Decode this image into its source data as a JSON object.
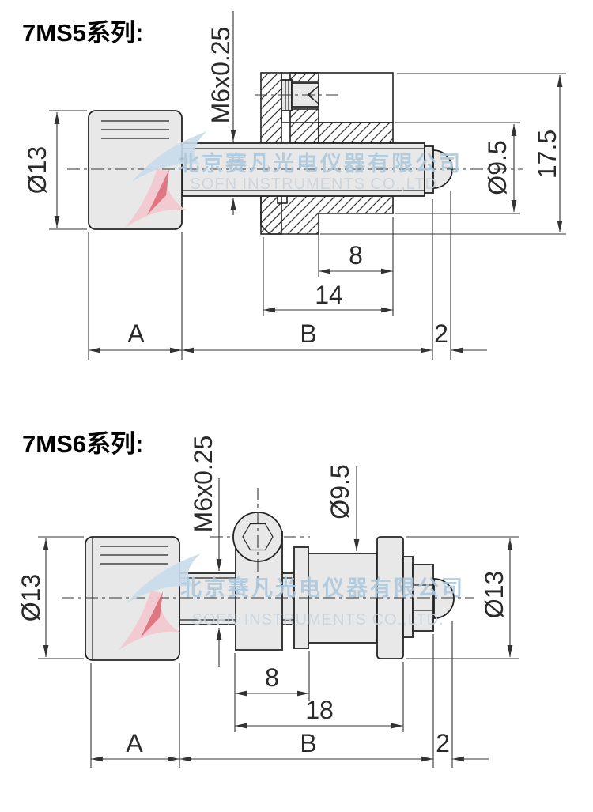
{
  "watermark": {
    "cn": "北京赛凡光电仪器有限公司",
    "en": "SOFN INSTRUMENTS CO.,LTD."
  },
  "colors": {
    "part_fill": "#e8e8e8",
    "outline": "#232323",
    "dim_line": "#333333",
    "watermark_cn": "#adc9dd",
    "watermark_en": "#c9d4dc",
    "logo_blue": "#c8dcec",
    "logo_pink": "#f3c8cf",
    "logo_red": "#db5a68"
  },
  "figure1": {
    "title": "7MS5系列:",
    "labels": {
      "thread": "M6x0.25",
      "knob_diameter": "Ø13",
      "shaft_diameter": "Ø9.5",
      "flange_height": "17.5",
      "len_8": "8",
      "len_14": "14",
      "len_A": "A",
      "len_B": "B",
      "len_2": "2"
    }
  },
  "figure2": {
    "title": "7MS6系列:",
    "labels": {
      "thread": "M6x0.25",
      "knob_diameter": "Ø13",
      "body_diameter": "Ø9.5",
      "flange_diameter": "Ø13",
      "len_8": "8",
      "len_18": "18",
      "len_A": "A",
      "len_B": "B",
      "len_2": "2"
    }
  }
}
